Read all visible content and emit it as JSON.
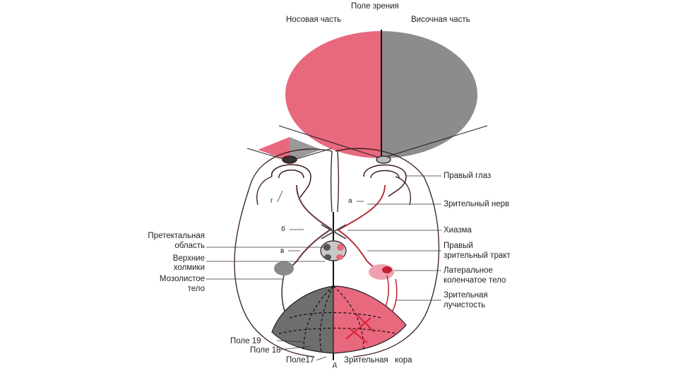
{
  "title": "Поле зрения",
  "field": {
    "nasal": "Носовая часть",
    "temporal": "Височная часть"
  },
  "colors": {
    "pink": "#e8687e",
    "gray": "#8c8c8c",
    "darkgray": "#6e6e6e",
    "outline": "#3a1a1a",
    "red": "#d8203a"
  },
  "labels_right": {
    "right_eye": "Правый глаз",
    "optic_nerve": "Зрительный нерв",
    "chiasm": "Хиазма",
    "right_tract_1": "Правый",
    "right_tract_2": "зрительный тракт",
    "lgn_1": "Латеральное",
    "lgn_2": "коленчатое тело",
    "radiation_1": "Зрительная",
    "radiation_2": "лучистость"
  },
  "labels_left": {
    "pretectal_1": "Претектальная",
    "pretectal_2": "область",
    "colliculi_1": "Верхние",
    "colliculi_2": "холмики",
    "callosum_1": "Мозолистое",
    "callosum_2": "тело"
  },
  "labels_bottom": {
    "field19": "Поле 19",
    "field18": "Поле 18",
    "field17": "Поле17",
    "cortex": "Зрительная   кора"
  },
  "letters": {
    "a": "а",
    "b": "б",
    "v": "в",
    "g": "г",
    "d": "д"
  }
}
